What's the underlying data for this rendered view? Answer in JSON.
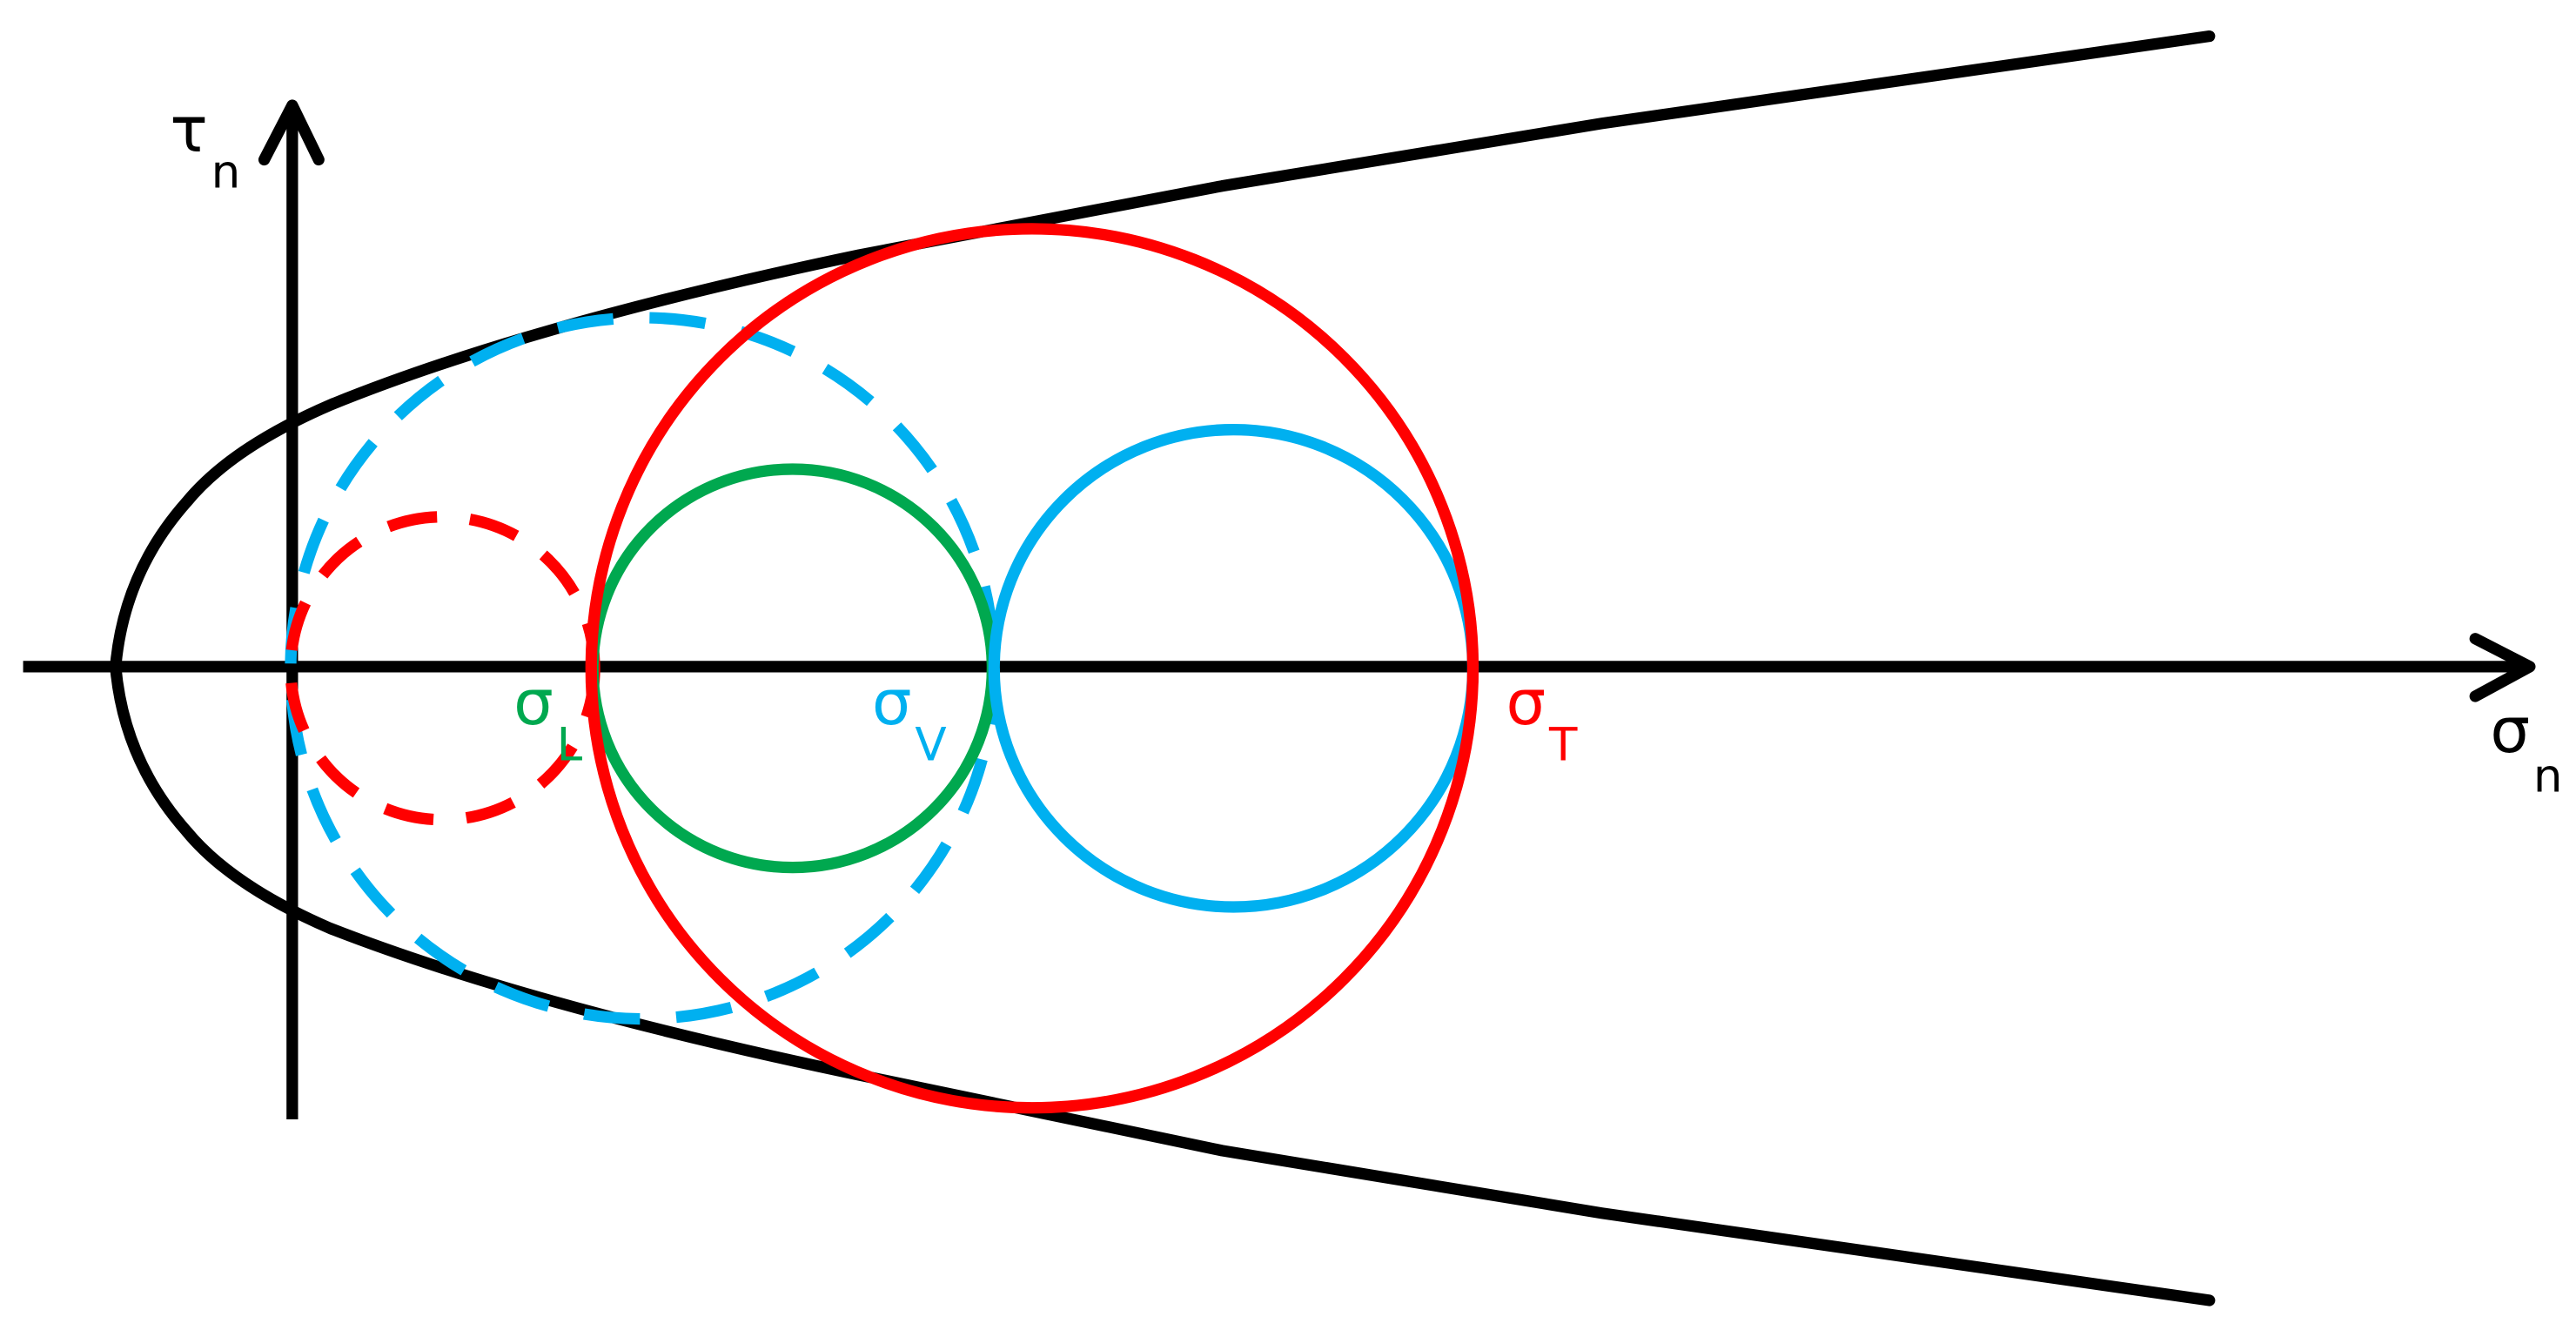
{
  "axes": {
    "horizontal": {
      "symbol": "σ",
      "subscript": "n"
    },
    "vertical": {
      "symbol": "τ",
      "subscript": "n"
    }
  },
  "points": {
    "L": {
      "symbol": "σ",
      "subscript": "L",
      "color": "#00a84f"
    },
    "V": {
      "symbol": "σ",
      "subscript": "V",
      "color": "#00b0f0"
    },
    "T": {
      "symbol": "σ",
      "subscript": "T",
      "color": "#ff0000"
    }
  },
  "colors": {
    "envelope": "#000000",
    "axis": "#000000",
    "red": "#ff0000",
    "green": "#00a84f",
    "blue": "#00b0f0"
  }
}
